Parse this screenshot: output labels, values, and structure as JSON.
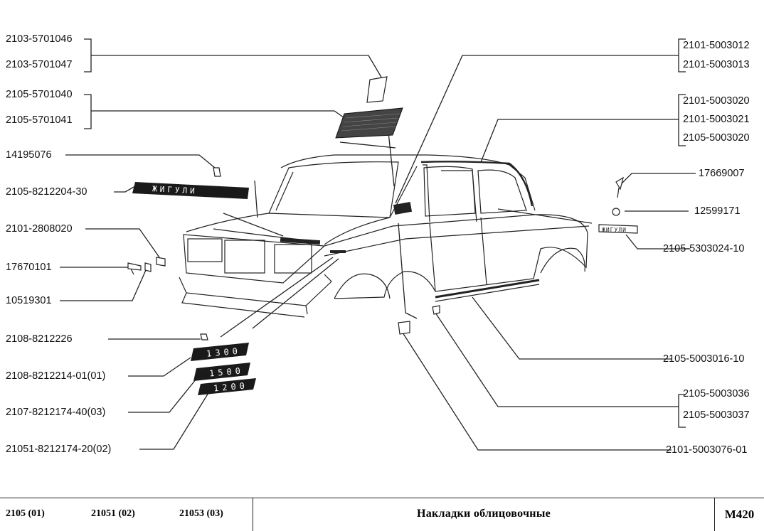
{
  "labels_left": [
    {
      "id": "l1a",
      "text": "2103-5701046"
    },
    {
      "id": "l1b",
      "text": "2103-5701047"
    },
    {
      "id": "l2a",
      "text": "2105-5701040"
    },
    {
      "id": "l2b",
      "text": "2105-5701041"
    },
    {
      "id": "l3",
      "text": "14195076"
    },
    {
      "id": "l4",
      "text": "2105-8212204-30"
    },
    {
      "id": "l5",
      "text": "2101-2808020"
    },
    {
      "id": "l6",
      "text": "17670101"
    },
    {
      "id": "l7",
      "text": "10519301"
    },
    {
      "id": "l8",
      "text": "2108-8212226"
    },
    {
      "id": "l9",
      "text": "2108-8212214-01(01)"
    },
    {
      "id": "l10",
      "text": "2107-8212174-40(03)"
    },
    {
      "id": "l11",
      "text": "21051-8212174-20(02)"
    }
  ],
  "labels_right": [
    {
      "id": "r1a",
      "text": "2101-5003012"
    },
    {
      "id": "r1b",
      "text": "2101-5003013"
    },
    {
      "id": "r2a",
      "text": "2101-5003020"
    },
    {
      "id": "r2b",
      "text": "2101-5003021"
    },
    {
      "id": "r2c",
      "text": "2105-5003020"
    },
    {
      "id": "r3",
      "text": "17669007"
    },
    {
      "id": "r4",
      "text": "12599171"
    },
    {
      "id": "r5",
      "text": "2105-5303024-10"
    },
    {
      "id": "r6",
      "text": "2105-5003016-10"
    },
    {
      "id": "r7a",
      "text": "2105-5003036"
    },
    {
      "id": "r7b",
      "text": "2105-5003037"
    },
    {
      "id": "r8",
      "text": "2101-5003076-01"
    }
  ],
  "badges": {
    "nameplate": "ЖИГУЛИ",
    "side_nameplate": "ЖИГУЛИ",
    "b1300": "1300",
    "b1500": "1500",
    "b1200": "1200"
  },
  "footer": {
    "model_1": "2105 (01)",
    "model_2": "21051 (02)",
    "model_3": "21053 (03)",
    "title": "Накладки облицовочные",
    "code": "M420"
  }
}
